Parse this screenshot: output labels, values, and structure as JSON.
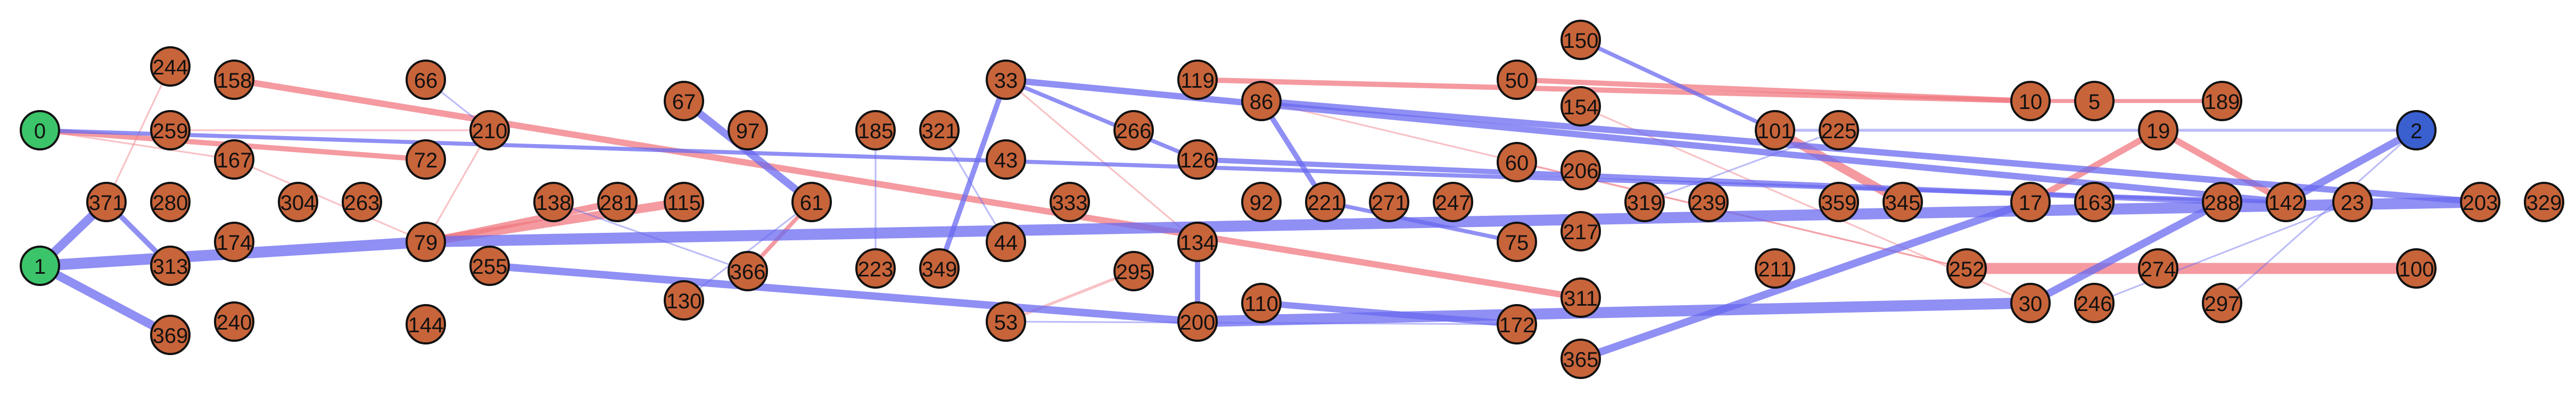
{
  "colors": {
    "node_default": "#c8643a",
    "node_source": "#3cc46a",
    "node_sink": "#3a5fcf",
    "edge_positive": "#f07880",
    "edge_negative": "#6a6af0",
    "node_stroke": "#111111"
  },
  "nodes": [
    {
      "id": "n244",
      "label": "244",
      "kind": "default"
    },
    {
      "id": "n158",
      "label": "158",
      "kind": "default"
    },
    {
      "id": "n66",
      "label": "66",
      "kind": "default"
    },
    {
      "id": "n0",
      "label": "0",
      "kind": "source"
    },
    {
      "id": "n259",
      "label": "259",
      "kind": "default"
    },
    {
      "id": "n167",
      "label": "167",
      "kind": "default"
    },
    {
      "id": "n210",
      "label": "210",
      "kind": "default"
    },
    {
      "id": "n72",
      "label": "72",
      "kind": "default"
    },
    {
      "id": "n67",
      "label": "67",
      "kind": "default"
    },
    {
      "id": "n97",
      "label": "97",
      "kind": "default"
    },
    {
      "id": "n371",
      "label": "371",
      "kind": "default"
    },
    {
      "id": "n280",
      "label": "280",
      "kind": "default"
    },
    {
      "id": "n304",
      "label": "304",
      "kind": "default"
    },
    {
      "id": "n263",
      "label": "263",
      "kind": "default"
    },
    {
      "id": "n138",
      "label": "138",
      "kind": "default"
    },
    {
      "id": "n281",
      "label": "281",
      "kind": "default"
    },
    {
      "id": "n115",
      "label": "115",
      "kind": "default"
    },
    {
      "id": "n61",
      "label": "61",
      "kind": "default"
    },
    {
      "id": "n1",
      "label": "1",
      "kind": "source"
    },
    {
      "id": "n174",
      "label": "174",
      "kind": "default"
    },
    {
      "id": "n79",
      "label": "79",
      "kind": "default"
    },
    {
      "id": "n313",
      "label": "313",
      "kind": "default"
    },
    {
      "id": "n255",
      "label": "255",
      "kind": "default"
    },
    {
      "id": "n366",
      "label": "366",
      "kind": "default"
    },
    {
      "id": "n130",
      "label": "130",
      "kind": "default"
    },
    {
      "id": "n369",
      "label": "369",
      "kind": "default"
    },
    {
      "id": "n240",
      "label": "240",
      "kind": "default"
    },
    {
      "id": "n144",
      "label": "144",
      "kind": "default"
    },
    {
      "id": "n185",
      "label": "185",
      "kind": "default"
    },
    {
      "id": "n321",
      "label": "321",
      "kind": "default"
    },
    {
      "id": "n33",
      "label": "33",
      "kind": "default"
    },
    {
      "id": "n43",
      "label": "43",
      "kind": "default"
    },
    {
      "id": "n333",
      "label": "333",
      "kind": "default"
    },
    {
      "id": "n223",
      "label": "223",
      "kind": "default"
    },
    {
      "id": "n349",
      "label": "349",
      "kind": "default"
    },
    {
      "id": "n44",
      "label": "44",
      "kind": "default"
    },
    {
      "id": "n53",
      "label": "53",
      "kind": "default"
    },
    {
      "id": "n119",
      "label": "119",
      "kind": "default"
    },
    {
      "id": "n86",
      "label": "86",
      "kind": "default"
    },
    {
      "id": "n266",
      "label": "266",
      "kind": "default"
    },
    {
      "id": "n126",
      "label": "126",
      "kind": "default"
    },
    {
      "id": "n92",
      "label": "92",
      "kind": "default"
    },
    {
      "id": "n221",
      "label": "221",
      "kind": "default"
    },
    {
      "id": "n271",
      "label": "271",
      "kind": "default"
    },
    {
      "id": "n247",
      "label": "247",
      "kind": "default"
    },
    {
      "id": "n134",
      "label": "134",
      "kind": "default"
    },
    {
      "id": "n295",
      "label": "295",
      "kind": "default"
    },
    {
      "id": "n110",
      "label": "110",
      "kind": "default"
    },
    {
      "id": "n200",
      "label": "200",
      "kind": "default"
    },
    {
      "id": "n150",
      "label": "150",
      "kind": "default"
    },
    {
      "id": "n50",
      "label": "50",
      "kind": "default"
    },
    {
      "id": "n154",
      "label": "154",
      "kind": "default"
    },
    {
      "id": "n60",
      "label": "60",
      "kind": "default"
    },
    {
      "id": "n206",
      "label": "206",
      "kind": "default"
    },
    {
      "id": "n75",
      "label": "75",
      "kind": "default"
    },
    {
      "id": "n217",
      "label": "217",
      "kind": "default"
    },
    {
      "id": "n311",
      "label": "311",
      "kind": "default"
    },
    {
      "id": "n172",
      "label": "172",
      "kind": "default"
    },
    {
      "id": "n365",
      "label": "365",
      "kind": "default"
    },
    {
      "id": "n101",
      "label": "101",
      "kind": "default"
    },
    {
      "id": "n319",
      "label": "319",
      "kind": "default"
    },
    {
      "id": "n239",
      "label": "239",
      "kind": "default"
    },
    {
      "id": "n211",
      "label": "211",
      "kind": "default"
    },
    {
      "id": "n225",
      "label": "225",
      "kind": "default"
    },
    {
      "id": "n359",
      "label": "359",
      "kind": "default"
    },
    {
      "id": "n345",
      "label": "345",
      "kind": "default"
    },
    {
      "id": "n10",
      "label": "10",
      "kind": "default"
    },
    {
      "id": "n5",
      "label": "5",
      "kind": "default"
    },
    {
      "id": "n189",
      "label": "189",
      "kind": "default"
    },
    {
      "id": "n17",
      "label": "17",
      "kind": "default"
    },
    {
      "id": "n163",
      "label": "163",
      "kind": "default"
    },
    {
      "id": "n252",
      "label": "252",
      "kind": "default"
    },
    {
      "id": "n30",
      "label": "30",
      "kind": "default"
    },
    {
      "id": "n246",
      "label": "246",
      "kind": "default"
    },
    {
      "id": "n19",
      "label": "19",
      "kind": "default"
    },
    {
      "id": "n288",
      "label": "288",
      "kind": "default"
    },
    {
      "id": "n274",
      "label": "274",
      "kind": "default"
    },
    {
      "id": "n297",
      "label": "297",
      "kind": "default"
    },
    {
      "id": "n142",
      "label": "142",
      "kind": "default"
    },
    {
      "id": "n23",
      "label": "23",
      "kind": "default"
    },
    {
      "id": "n2",
      "label": "2",
      "kind": "sink"
    },
    {
      "id": "n100",
      "label": "100",
      "kind": "default"
    },
    {
      "id": "n203",
      "label": "203",
      "kind": "default"
    },
    {
      "id": "n329",
      "label": "329",
      "kind": "default"
    }
  ],
  "edges": [
    {
      "from": "n158",
      "to": "n311",
      "sign": "positive",
      "weight": 5
    },
    {
      "from": "n119",
      "to": "n10",
      "sign": "positive",
      "weight": 4
    },
    {
      "from": "n50",
      "to": "n10",
      "sign": "positive",
      "weight": 4
    },
    {
      "from": "n10",
      "to": "n189",
      "sign": "positive",
      "weight": 3
    },
    {
      "from": "n252",
      "to": "n100",
      "sign": "positive",
      "weight": 9
    },
    {
      "from": "n0",
      "to": "n72",
      "sign": "positive",
      "weight": 4
    },
    {
      "from": "n79",
      "to": "n115",
      "sign": "positive",
      "weight": 7
    },
    {
      "from": "n79",
      "to": "n281",
      "sign": "positive",
      "weight": 5
    },
    {
      "from": "n101",
      "to": "n345",
      "sign": "positive",
      "weight": 7
    },
    {
      "from": "n19",
      "to": "n142",
      "sign": "positive",
      "weight": 5
    },
    {
      "from": "n19",
      "to": "n17",
      "sign": "positive",
      "weight": 5
    },
    {
      "from": "n366",
      "to": "n61",
      "sign": "positive",
      "weight": 3
    },
    {
      "from": "n295",
      "to": "n53",
      "sign": "positive",
      "weight": 2
    },
    {
      "from": "n0",
      "to": "n167",
      "sign": "positive",
      "weight": 1
    },
    {
      "from": "n167",
      "to": "n79",
      "sign": "positive",
      "weight": 1
    },
    {
      "from": "n259",
      "to": "n210",
      "sign": "positive",
      "weight": 1
    },
    {
      "from": "n244",
      "to": "n371",
      "sign": "positive",
      "weight": 1
    },
    {
      "from": "n210",
      "to": "n79",
      "sign": "positive",
      "weight": 1
    },
    {
      "from": "n33",
      "to": "n134",
      "sign": "positive",
      "weight": 1
    },
    {
      "from": "n86",
      "to": "n252",
      "sign": "positive",
      "weight": 1
    },
    {
      "from": "n154",
      "to": "n30",
      "sign": "positive",
      "weight": 1
    },
    {
      "from": "n60",
      "to": "n252",
      "sign": "positive",
      "weight": 1
    },
    {
      "from": "n1",
      "to": "n79",
      "sign": "negative",
      "weight": 9
    },
    {
      "from": "n79",
      "to": "n203",
      "sign": "negative",
      "weight": 9
    },
    {
      "from": "n1",
      "to": "n371",
      "sign": "negative",
      "weight": 7
    },
    {
      "from": "n1",
      "to": "n369",
      "sign": "negative",
      "weight": 7
    },
    {
      "from": "n371",
      "to": "n313",
      "sign": "negative",
      "weight": 4
    },
    {
      "from": "n0",
      "to": "n142",
      "sign": "negative",
      "weight": 3
    },
    {
      "from": "n33",
      "to": "n142",
      "sign": "negative",
      "weight": 5
    },
    {
      "from": "n86",
      "to": "n203",
      "sign": "negative",
      "weight": 5
    },
    {
      "from": "n200",
      "to": "n30",
      "sign": "negative",
      "weight": 9
    },
    {
      "from": "n255",
      "to": "n200",
      "sign": "negative",
      "weight": 6
    },
    {
      "from": "n110",
      "to": "n172",
      "sign": "negative",
      "weight": 5
    },
    {
      "from": "n365",
      "to": "n17",
      "sign": "negative",
      "weight": 6
    },
    {
      "from": "n142",
      "to": "n2",
      "sign": "negative",
      "weight": 6
    },
    {
      "from": "n30",
      "to": "n288",
      "sign": "negative",
      "weight": 6
    },
    {
      "from": "n67",
      "to": "n61",
      "sign": "negative",
      "weight": 6
    },
    {
      "from": "n33",
      "to": "n349",
      "sign": "negative",
      "weight": 4
    },
    {
      "from": "n86",
      "to": "n221",
      "sign": "negative",
      "weight": 4
    },
    {
      "from": "n33",
      "to": "n126",
      "sign": "negative",
      "weight": 3
    },
    {
      "from": "n150",
      "to": "n101",
      "sign": "negative",
      "weight": 3
    },
    {
      "from": "n126",
      "to": "n288",
      "sign": "negative",
      "weight": 4
    },
    {
      "from": "n221",
      "to": "n75",
      "sign": "negative",
      "weight": 3
    },
    {
      "from": "n134",
      "to": "n200",
      "sign": "negative",
      "weight": 4
    },
    {
      "from": "n101",
      "to": "n2",
      "sign": "negative",
      "weight": 2
    },
    {
      "from": "n66",
      "to": "n210",
      "sign": "negative",
      "weight": 1
    },
    {
      "from": "n185",
      "to": "n223",
      "sign": "negative",
      "weight": 1
    },
    {
      "from": "n321",
      "to": "n44",
      "sign": "negative",
      "weight": 1
    },
    {
      "from": "n225",
      "to": "n319",
      "sign": "negative",
      "weight": 1
    },
    {
      "from": "n53",
      "to": "n172",
      "sign": "negative",
      "weight": 1
    },
    {
      "from": "n297",
      "to": "n2",
      "sign": "negative",
      "weight": 1
    },
    {
      "from": "n246",
      "to": "n23",
      "sign": "negative",
      "weight": 1
    },
    {
      "from": "n138",
      "to": "n366",
      "sign": "negative",
      "weight": 1
    },
    {
      "from": "n130",
      "to": "n61",
      "sign": "negative",
      "weight": 1
    }
  ]
}
